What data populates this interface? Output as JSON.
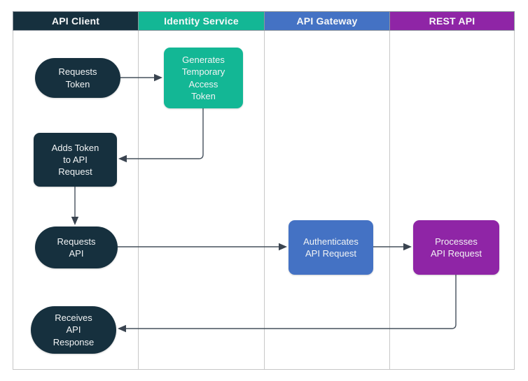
{
  "lanes": [
    {
      "label": "API Client",
      "color": "#16303E"
    },
    {
      "label": "Identity Service",
      "color": "#13B795"
    },
    {
      "label": "API Gateway",
      "color": "#4472C4"
    },
    {
      "label": "REST API",
      "color": "#8F25A6"
    }
  ],
  "nodes": {
    "requests_token": {
      "label": "Requests\nToken",
      "color": "#16303E",
      "shape": "stadium"
    },
    "generates_token": {
      "label": "Generates\nTemporary\nAccess\nToken",
      "color": "#13B795",
      "shape": "rounded-rect"
    },
    "adds_token": {
      "label": "Adds Token\nto API\nRequest",
      "color": "#16303E",
      "shape": "rounded-rect"
    },
    "requests_api": {
      "label": "Requests\nAPI",
      "color": "#16303E",
      "shape": "stadium"
    },
    "authenticates": {
      "label": "Authenticates\nAPI Request",
      "color": "#4472C4",
      "shape": "rounded-rect"
    },
    "processes": {
      "label": "Processes\nAPI Request",
      "color": "#8F25A6",
      "shape": "rounded-rect"
    },
    "receives": {
      "label": "Receives\nAPI\nResponse",
      "color": "#16303E",
      "shape": "stadium"
    }
  },
  "connectors": [
    {
      "from": "requests_token",
      "to": "generates_token"
    },
    {
      "from": "generates_token",
      "to": "adds_token"
    },
    {
      "from": "adds_token",
      "to": "requests_api"
    },
    {
      "from": "requests_api",
      "to": "authenticates"
    },
    {
      "from": "authenticates",
      "to": "processes"
    },
    {
      "from": "processes",
      "to": "receives"
    }
  ],
  "style_colors": {
    "arrow_line": "#45505C",
    "arrow_head": "#3A4450",
    "lane_border": "#C7C7C7",
    "header_border": "#8E969E",
    "node_text": "#F2F4F5",
    "header_text": "#F7F8F9",
    "background": "#FFFFFF"
  }
}
